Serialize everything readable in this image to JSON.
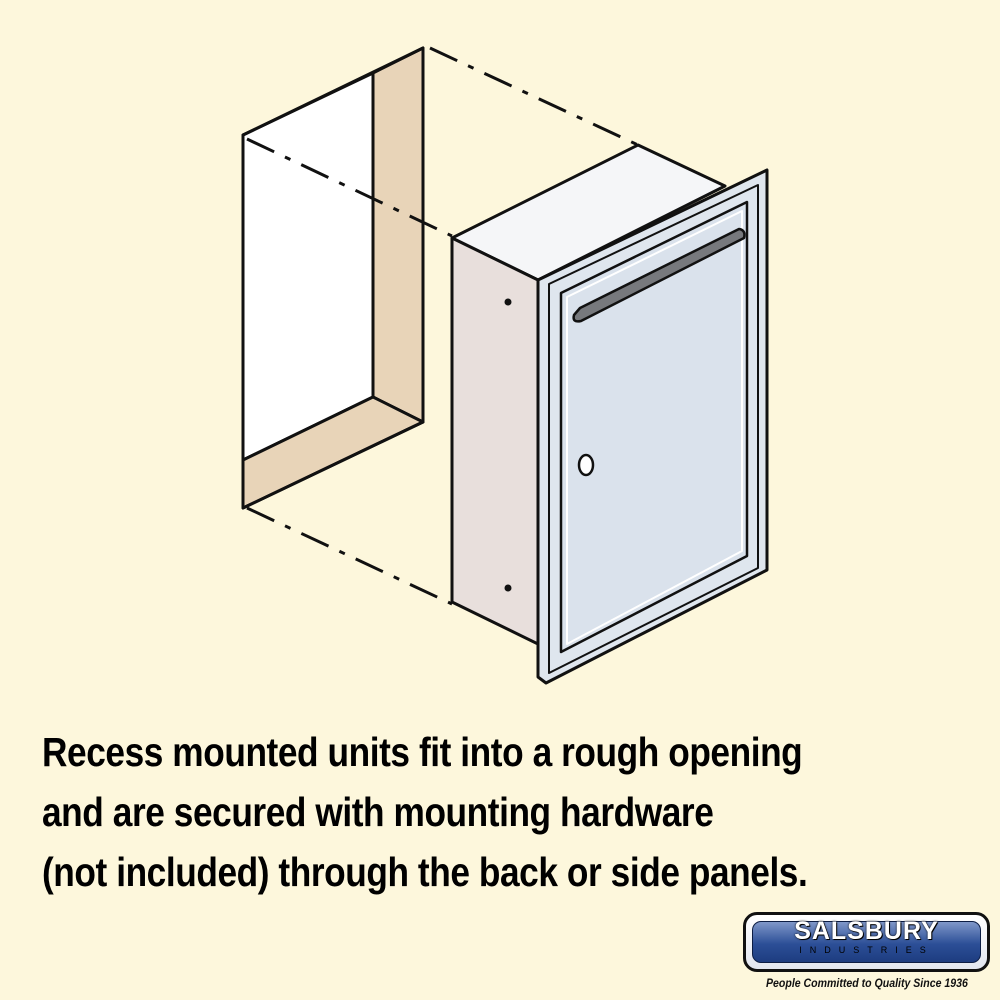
{
  "caption": {
    "line1": "Recess mounted units fit into a rough opening",
    "line2": "and are secured with mounting hardware",
    "line3": "(not included) through the back or side panels."
  },
  "logo": {
    "name": "SALSBURY",
    "sub": "INDUSTRIES",
    "tagline": "People Committed to Quality Since 1936"
  },
  "colors": {
    "background": "#fdf7dc",
    "opening_frame": "#e8d4b8",
    "mailbox_front": "#dfe6ee",
    "mailbox_side": "#e8dfdc",
    "logo_blue": "#2c4f97"
  }
}
